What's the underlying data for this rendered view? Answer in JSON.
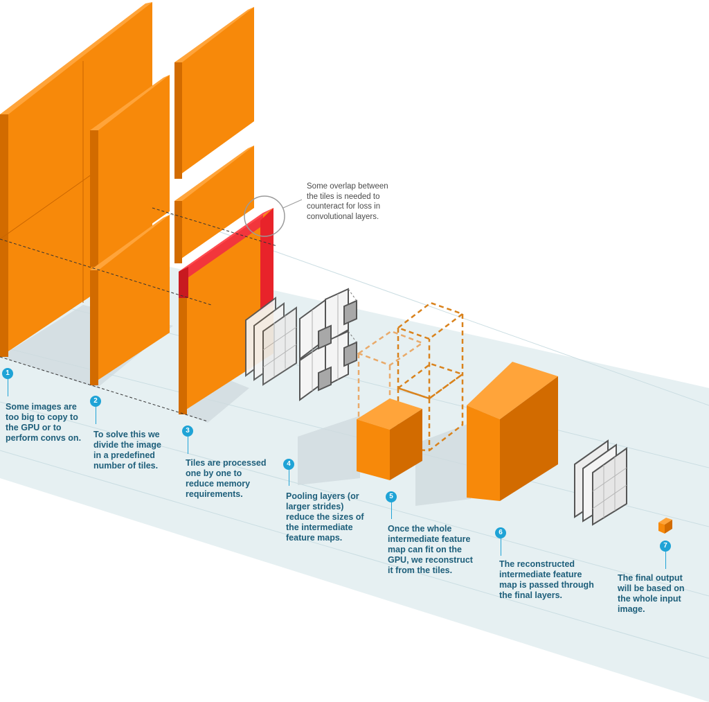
{
  "colors": {
    "tile": "#f7890a",
    "tile_side": "#d26b00",
    "tile_top": "#ffa43a",
    "overlap": "#e8232a",
    "floor": "#e6f0f2",
    "floor_line": "#cadde2",
    "accent": "#1fa3d6",
    "caption": "#1d5e7a"
  },
  "overlap_note": "Some overlap between\nthe tiles is needed to\ncounteract for loss in\nconvolutional layers.",
  "steps": [
    {
      "number": "1",
      "text": "Some images are\ntoo big to copy to\nthe GPU or to\nperform convs on."
    },
    {
      "number": "2",
      "text": "To solve this we\ndivide the image\nin a predefined\nnumber of tiles."
    },
    {
      "number": "3",
      "text": "Tiles are processed\none by one to\nreduce memory\nrequirements."
    },
    {
      "number": "4",
      "text": "Pooling layers (or\nlarger strides)\nreduce the sizes of\nthe intermediate\nfeature maps."
    },
    {
      "number": "5",
      "text": "Once the whole\nintermediate feature\nmap can fit on the\nGPU, we reconstruct\nit from the tiles."
    },
    {
      "number": "6",
      "text": "The reconstructed\nintermediate feature\nmap is passed through\nthe final layers."
    },
    {
      "number": "7",
      "text": "The final output\nwill be based on\nthe whole input\nimage."
    }
  ]
}
